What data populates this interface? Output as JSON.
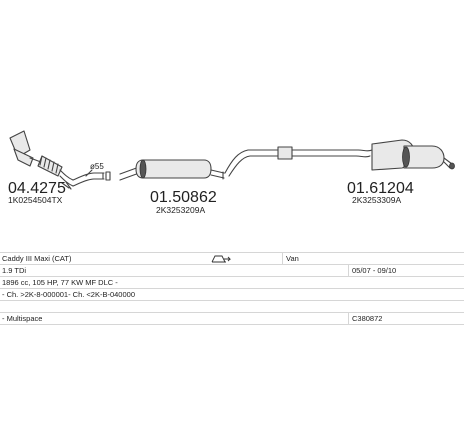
{
  "parts": [
    {
      "number": "04.4275",
      "ref": "1K0254504TX"
    },
    {
      "number": "01.50862",
      "ref": "2K3253209A"
    },
    {
      "number": "01.61204",
      "ref": "2K3253309A"
    }
  ],
  "callout": "ø55",
  "table": {
    "model": "Caddy III Maxi (CAT)",
    "body_type": "Van",
    "engine": "1.9 TDi",
    "years": "05/07 - 09/10",
    "spec": "1896 cc, 105 HP, 77 KW MF DLC -",
    "chassis": "- Ch. >2K-8-000001- Ch. <2K-B-040000",
    "variant": "- Multispace",
    "code": "C380872"
  },
  "icons": {
    "vehicle": "van-icon"
  }
}
